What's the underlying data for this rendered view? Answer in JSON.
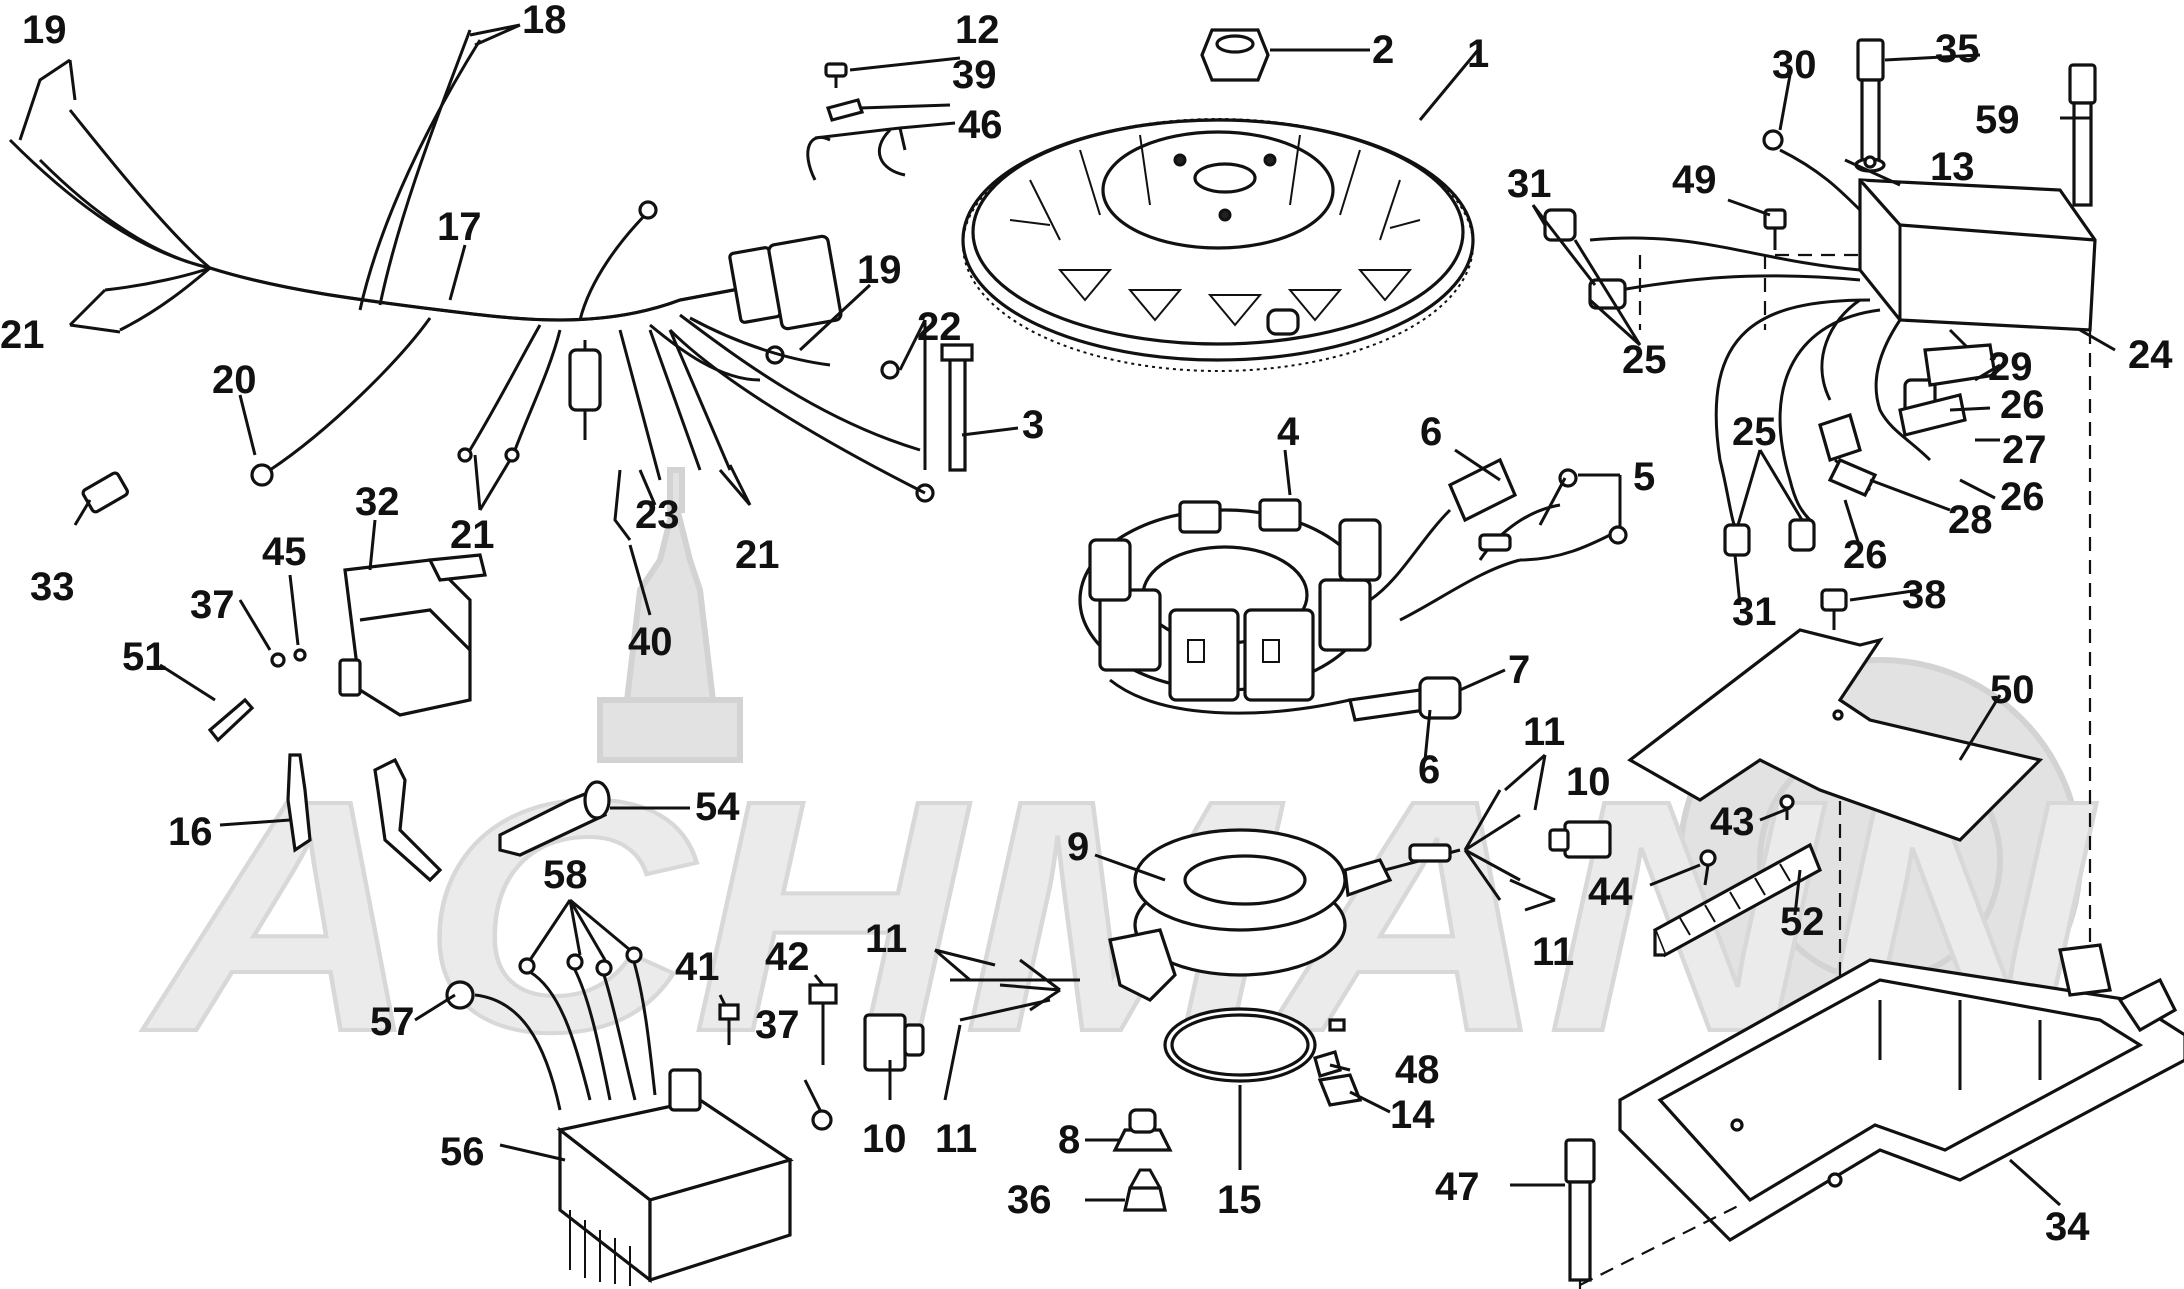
{
  "watermark": {
    "text": "ACHMANN",
    "color": "#e2e2e2"
  },
  "callouts": {
    "c1": "1",
    "c2": "2",
    "c3": "3",
    "c4": "4",
    "c5": "5",
    "c6a": "6",
    "c6b": "6",
    "c7": "7",
    "c8": "8",
    "c9": "9",
    "c10a": "10",
    "c10b": "10",
    "c11a": "11",
    "c11b": "11",
    "c11c": "11",
    "c11d": "11",
    "c12": "12",
    "c13": "13",
    "c14": "14",
    "c15": "15",
    "c16": "16",
    "c17": "17",
    "c18": "18",
    "c19a": "19",
    "c19b": "19",
    "c20": "20",
    "c21a": "21",
    "c21b": "21",
    "c21c": "21",
    "c22": "22",
    "c23": "23",
    "c24": "24",
    "c25a": "25",
    "c25b": "25",
    "c26a": "26",
    "c26b": "26",
    "c26c": "26",
    "c27": "27",
    "c28": "28",
    "c29": "29",
    "c30": "30",
    "c31a": "31",
    "c31b": "31",
    "c32": "32",
    "c33": "33",
    "c34": "34",
    "c35": "35",
    "c36": "36",
    "c37a": "37",
    "c37b": "37",
    "c38": "38",
    "c39": "39",
    "c40": "40",
    "c41": "41",
    "c42": "42",
    "c43": "43",
    "c44": "44",
    "c45": "45",
    "c46": "46",
    "c47": "47",
    "c48": "48",
    "c49": "49",
    "c50": "50",
    "c51": "51",
    "c52": "52",
    "c54": "54",
    "c56": "56",
    "c57": "57",
    "c58": "58",
    "c59": "59"
  }
}
